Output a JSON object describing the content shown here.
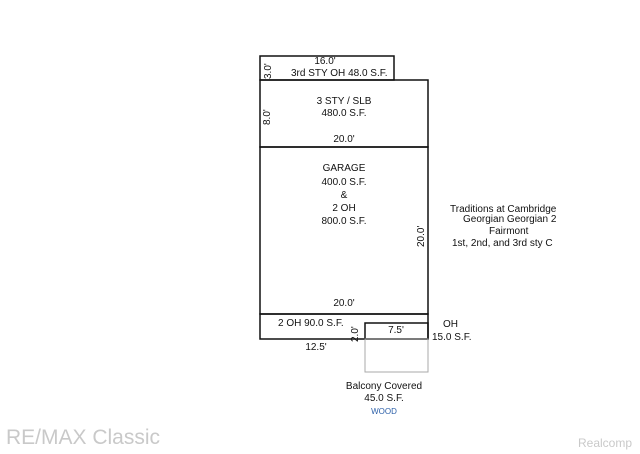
{
  "sketch": {
    "balcony_top": {
      "dim_width": "16.0'",
      "dim_height": "3.0'",
      "label": "3rd STY OH",
      "area": "48.0 S.F."
    },
    "third_story": {
      "label": "3 STY / SLB",
      "area": "480.0 S.F.",
      "dim_height": "8.0'",
      "dim_width": "20.0'"
    },
    "garage": {
      "line1": "GARAGE",
      "line2": "400.0 S.F.",
      "line3": "&",
      "line4": "2 OH",
      "line5": "800.0 S.F.",
      "dim_height": "20.0'",
      "dim_width": "20.0'"
    },
    "overhang_strip": {
      "label": "2 OH",
      "area": "90.0 S.F.",
      "dim_width": "12.5'"
    },
    "small_oh": {
      "dim_height": "2.0'",
      "dim_width": "7.5'",
      "label": "OH",
      "area": "15.0 S.F."
    },
    "balcony_covered": {
      "label": "Balcony Covered",
      "area": "45.0 S.F.",
      "material": "WOOD"
    },
    "notes": [
      "Traditions at Cambridge",
      "Georgian Georgian 2",
      "Fairmont",
      "1st, 2nd, and 3rd sty  C"
    ]
  },
  "watermarks": {
    "left": "RE/MAX Classic",
    "right": "Realcomp"
  },
  "colors": {
    "line": "#111111",
    "wood_label": "#2b5fa8",
    "watermark": "#c9c9c9"
  }
}
